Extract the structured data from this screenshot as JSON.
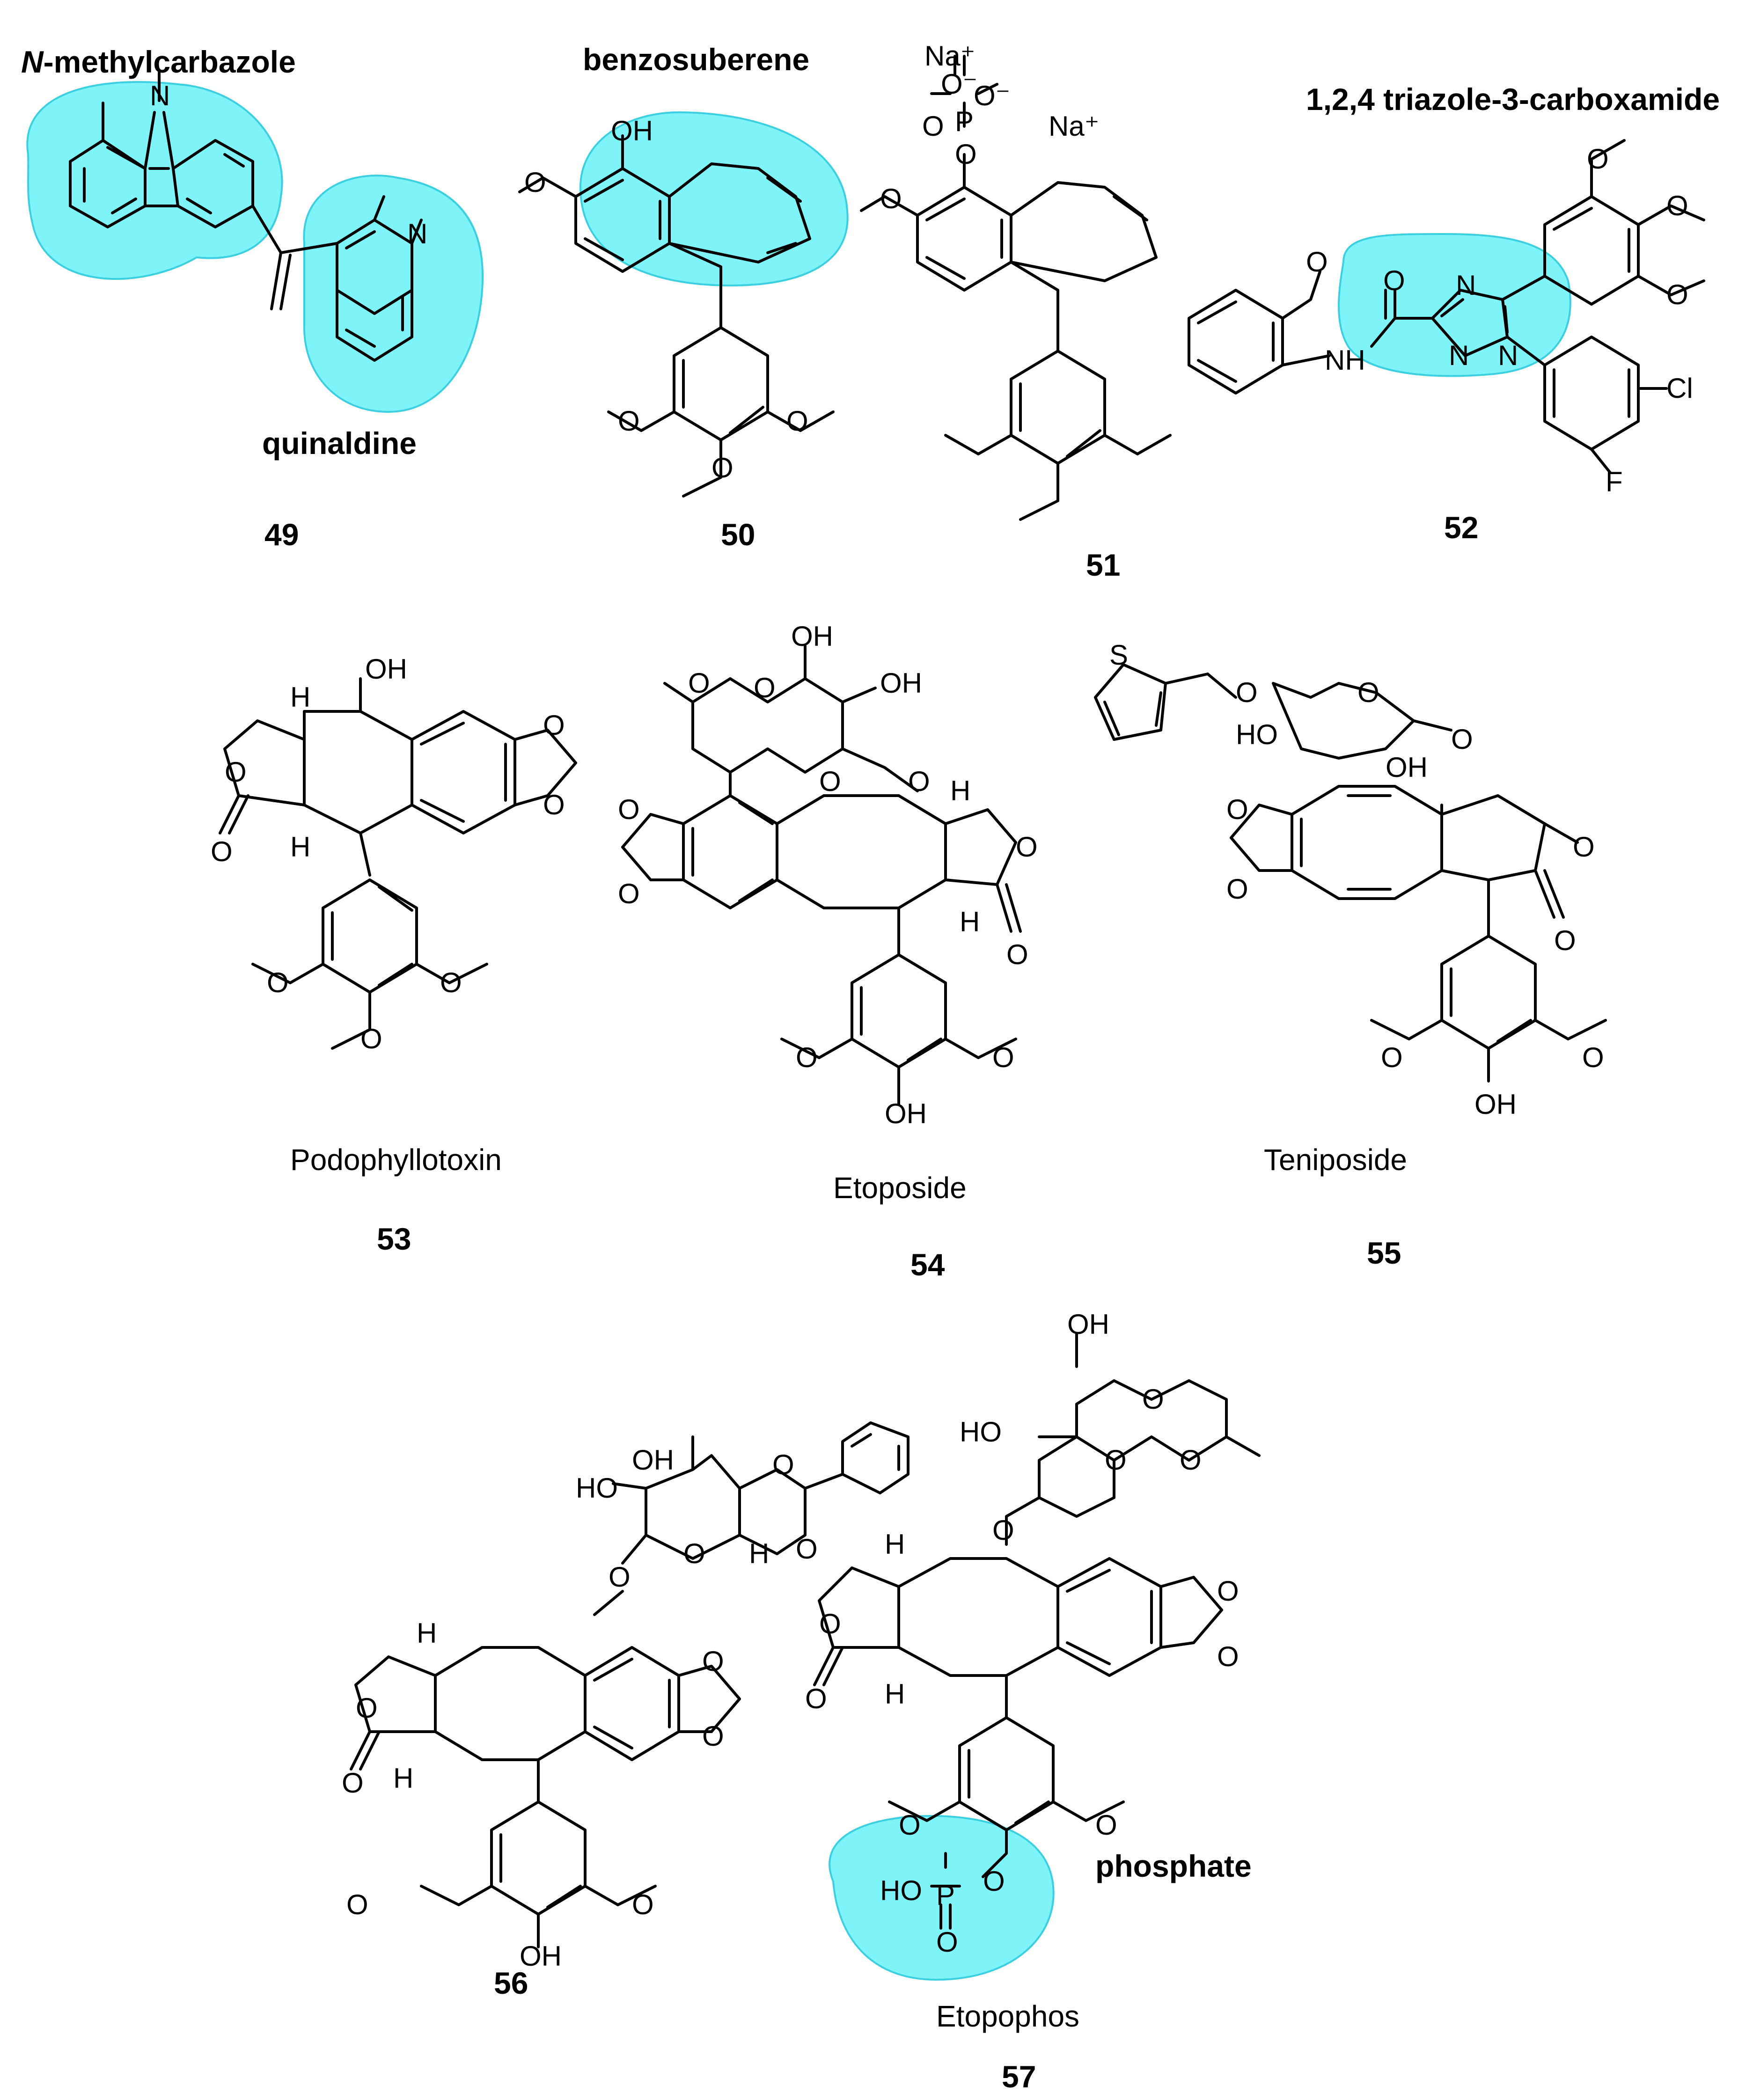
{
  "figure": {
    "headers": {
      "n_methylcarbazole_prefix": "N",
      "n_methylcarbazole_rest": "-methylcarbazole",
      "quinaldine": "quinaldine",
      "benzosuberene": "benzosuberene",
      "triazole": "1,2,4 triazole-3-carboxamide",
      "phosphate": "phosphate"
    },
    "compounds": [
      {
        "number": "49",
        "name": ""
      },
      {
        "number": "50",
        "name": ""
      },
      {
        "number": "51",
        "name": ""
      },
      {
        "number": "52",
        "name": ""
      },
      {
        "number": "53",
        "name": "Podophyllotoxin"
      },
      {
        "number": "54",
        "name": "Etoposide"
      },
      {
        "number": "55",
        "name": "Teniposide"
      },
      {
        "number": "56",
        "name": ""
      },
      {
        "number": "57",
        "name": "Etopophos"
      }
    ],
    "atoms": {
      "N": "N",
      "O": "O",
      "OH": "OH",
      "HO": "HO",
      "H": "H",
      "S": "S",
      "P": "P",
      "Cl": "Cl",
      "F": "F",
      "NH": "NH",
      "Na_plus": "Na⁺",
      "O_minus": "O⁻",
      "HO_P": "HO",
      "O_eq": "O"
    },
    "highlight_color": "#7ff4f8"
  }
}
